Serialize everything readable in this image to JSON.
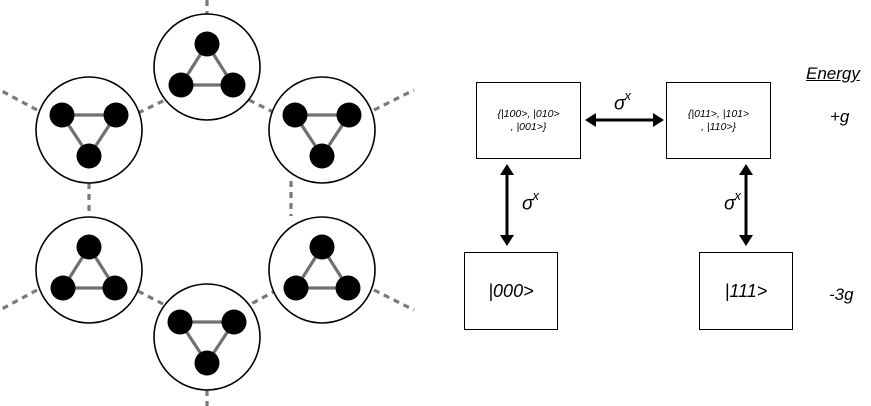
{
  "diagram": {
    "states": {
      "single_flip": "{|100>, |010>\n, |001>}",
      "double_flip": "{|011>, |101>\n, |110>}",
      "ground": "|000>",
      "all_up": "|111>"
    },
    "operators": {
      "top": {
        "base": "σ",
        "sup": "x"
      },
      "left": {
        "base": "σ",
        "sup": "x"
      },
      "right": {
        "base": "σ",
        "sup": "x"
      }
    },
    "energy": {
      "title": "Energy",
      "upper": "+g",
      "lower": "-3g"
    },
    "colors": {
      "node": "#000000",
      "bond": "#707070",
      "link": "#7a7a7a",
      "circle_stroke": "#000000"
    }
  }
}
